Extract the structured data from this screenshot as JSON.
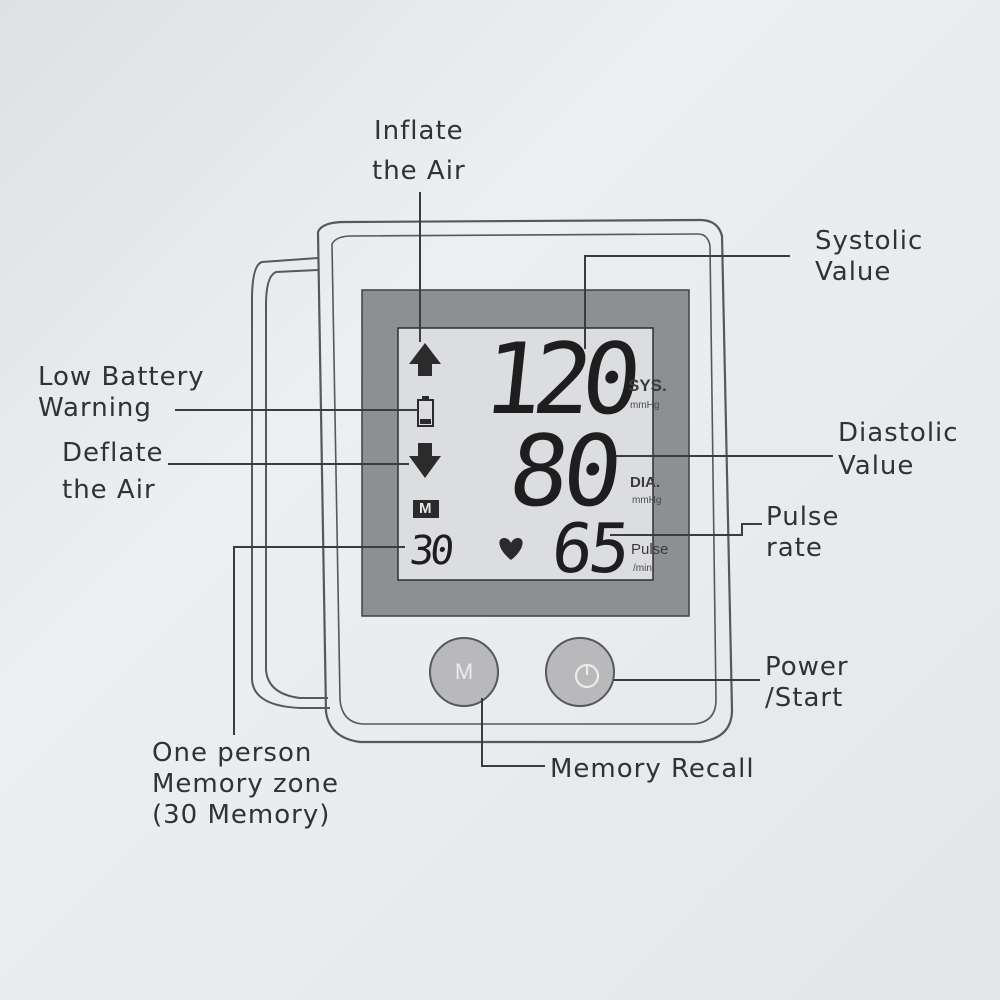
{
  "labels": {
    "inflate": [
      "Inflate",
      "the Air"
    ],
    "low_battery": [
      "Low Battery",
      "Warning"
    ],
    "deflate": [
      "Deflate",
      "the Air"
    ],
    "memory_zone": [
      "One person",
      "Memory zone",
      "(30 Memory)"
    ],
    "systolic": [
      "Systolic",
      "Value"
    ],
    "diastolic": [
      "Diastolic",
      "Value"
    ],
    "pulse": [
      "Pulse",
      "rate"
    ],
    "power": [
      "Power",
      "/Start"
    ],
    "memory_recall": "Memory Recall"
  },
  "display": {
    "systolic": "120",
    "diastolic": "80",
    "pulse": "65",
    "memory_count": "30",
    "memory_badge": "M",
    "sys_unit": "SYS.",
    "sys_mmhg": "mmHg",
    "dia_unit": "DIA.",
    "dia_mmhg": "mmHg",
    "pulse_unit": "Pulse",
    "pulse_min": "/min"
  },
  "buttons": {
    "memory": "M",
    "power_icon": "power-icon"
  }
}
